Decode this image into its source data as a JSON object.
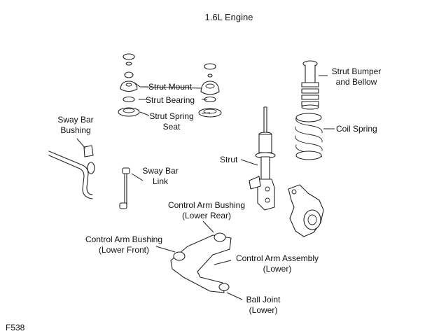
{
  "diagram": {
    "title": "1.6L Engine",
    "figure_code": "F538",
    "labels": {
      "strut_mount": "Strut Mount",
      "strut_bearing": "Strut Bearing",
      "strut_spring_seat": [
        "Strut Spring",
        "Seat"
      ],
      "strut_bumper": [
        "Strut Bumper",
        "and Bellow"
      ],
      "coil_spring": "Coil Spring",
      "sway_bar_bushing": [
        "Sway Bar",
        "Bushing"
      ],
      "strut": "Strut",
      "sway_bar_link": [
        "Sway Bar",
        "Link"
      ],
      "ca_bushing_rear": [
        "Control Arm Bushing",
        "(Lower Rear)"
      ],
      "ca_bushing_front": [
        "Control Arm Bushing",
        "(Lower Front)"
      ],
      "ca_assembly": [
        "Control Arm Assembly",
        "(Lower)"
      ],
      "ball_joint": [
        "Ball Joint",
        "(Lower)"
      ]
    }
  }
}
